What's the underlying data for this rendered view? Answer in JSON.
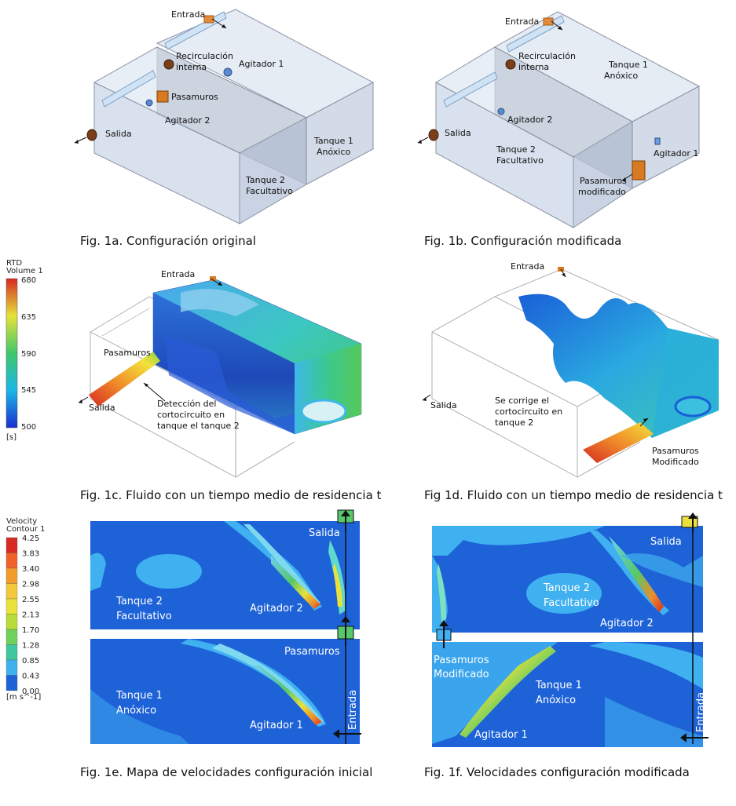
{
  "fig1a": {
    "caption": "Fig. 1a. Configuración original",
    "labels": {
      "entrada": "Entrada",
      "recirculacion_1": "Recirculación",
      "recirculacion_2": "interna",
      "agitador1": "Agitador 1",
      "pasamuros": "Pasamuros",
      "agitador2": "Agitador 2",
      "salida": "Salida",
      "tanque1_1": "Tanque 1",
      "tanque1_2": "Anóxico",
      "tanque2_1": "Tanque 2",
      "tanque2_2": "Facultativo"
    }
  },
  "fig1b": {
    "caption": "Fig. 1b. Configuración modificada",
    "labels": {
      "entrada": "Entrada",
      "recirculacion_1": "Recirculación",
      "recirculacion_2": "interna",
      "tanque1_1": "Tanque 1",
      "tanque1_2": "Anóxico",
      "agitador2": "Agitador 2",
      "salida": "Salida",
      "tanque2_1": "Tanque 2",
      "tanque2_2": "Facultativo",
      "agitador1": "Agitador 1",
      "pasamuros_1": "Pasamuros",
      "pasamuros_2": "modificado"
    }
  },
  "rtd_colorbar": {
    "title_1": "RTD",
    "title_2": "Volume 1",
    "ticks": [
      "680",
      "635",
      "590",
      "545",
      "500"
    ],
    "unit": "[s]"
  },
  "fig1c": {
    "caption": "Fig. 1c. Fluido con un tiempo medio de residencia t",
    "labels": {
      "entrada": "Entrada",
      "pasamuros": "Pasamuros",
      "salida": "Salida",
      "deteccion_1": "Detección del",
      "deteccion_2": "cortocircuito en",
      "deteccion_3": "tanque el tanque 2"
    }
  },
  "fig1d": {
    "caption": "Fig 1d. Fluido con un tiempo medio de residencia t",
    "labels": {
      "entrada": "Entrada",
      "salida": "Salida",
      "corrige_1": "Se corrige el",
      "corrige_2": "cortocircuito en",
      "corrige_3": "tanque 2",
      "pasamuros_1": "Pasamuros",
      "pasamuros_2": "Modificado"
    }
  },
  "velocity_colorbar": {
    "title_1": "Velocity",
    "title_2": "Contour 1",
    "ticks": [
      "4.25",
      "3.83",
      "3.40",
      "2.98",
      "2.55",
      "2.13",
      "1.70",
      "1.28",
      "0.85",
      "0.43",
      "0.00"
    ],
    "unit": "[m s^-1]"
  },
  "fig1e": {
    "caption": "Fig. 1e. Mapa de velocidades configuración inicial",
    "labels": {
      "salida": "Salida",
      "tanque2_1": "Tanque 2",
      "tanque2_2": "Facultativo",
      "agitador2": "Agitador 2",
      "pasamuros": "Pasamuros",
      "tanque1_1": "Tanque 1",
      "tanque1_2": "Anóxico",
      "agitador1": "Agitador 1",
      "entrada": "Entrada"
    }
  },
  "fig1f": {
    "caption": "Fig. 1f. Velocidades configuración modificada",
    "labels": {
      "salida": "Salida",
      "tanque2_1": "Tanque 2",
      "tanque2_2": "Facultativo",
      "agitador2": "Agitador 2",
      "pasamuros_1": "Pasamuros",
      "pasamuros_2": "Modificado",
      "tanque1_1": "Tanque 1",
      "tanque1_2": "Anóxico",
      "agitador1": "Agitador 1",
      "entrada": "Entrada"
    }
  },
  "colors": {
    "tank_fill": "#dfe7f2",
    "tank_stroke": "#8a93a3",
    "flow_blue": "#2a5bd7",
    "flow_cyan": "#34c6e8",
    "flow_green": "#39c35a",
    "flow_yellow": "#f3e23a",
    "flow_orange": "#f08a2a",
    "flow_red": "#d62a22"
  }
}
